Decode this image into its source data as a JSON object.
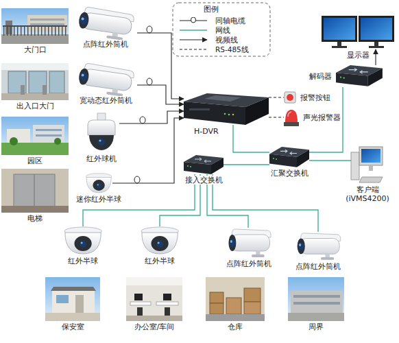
{
  "diagram": {
    "nodes": [
      {
        "text": [
          "大门口"
        ]
      },
      {
        "text": [
          "点阵红外筒机"
        ]
      },
      {
        "text": [
          "出入口大门"
        ]
      },
      {
        "text": [
          "宽动态红外筒机"
        ]
      },
      {
        "text": [
          "园区"
        ]
      },
      {
        "text": [
          "红外球机"
        ]
      },
      {
        "text": [
          "电梯"
        ]
      },
      {
        "text": [
          "迷你红外半球"
        ]
      },
      {
        "text": [
          "H-DVR"
        ]
      },
      {
        "text": [
          "报警按钮"
        ]
      },
      {
        "text": [
          "声光报警器"
        ]
      },
      {
        "text": [
          "显示器"
        ]
      },
      {
        "text": [
          "解码器"
        ]
      },
      {
        "text": [
          "接入交换机"
        ]
      },
      {
        "text": [
          "汇聚交换机"
        ]
      },
      {
        "text": [
          "客户端 (iVMS4200)"
        ]
      },
      {
        "text": [
          "红外半球"
        ]
      },
      {
        "text": [
          "红外半球"
        ]
      },
      {
        "text": [
          "点阵红外筒机"
        ]
      },
      {
        "text": [
          "点阵红外筒机"
        ]
      },
      {
        "text": [
          "保安室"
        ]
      },
      {
        "text": [
          "办公室/车间"
        ]
      },
      {
        "text": [
          "仓库"
        ]
      },
      {
        "text": [
          "周界"
        ]
      }
    ],
    "edges": [
      {
        "from": 1,
        "to": 8,
        "arrow": "to"
      },
      {
        "from": 3,
        "to": 8,
        "arrow": "to"
      },
      {
        "from": 5,
        "to": 8,
        "arrow": "to"
      },
      {
        "from": 7,
        "to": 8,
        "arrow": "to"
      },
      {
        "from": 8,
        "to": 9,
        "arrow": "none"
      },
      {
        "from": 8,
        "to": 10,
        "arrow": "none"
      },
      {
        "from": 8,
        "to": 14,
        "arrow": "none"
      },
      {
        "from": 13,
        "to": 14,
        "arrow": "none"
      },
      {
        "from": 14,
        "to": 12,
        "arrow": "none"
      },
      {
        "from": 12,
        "to": 11,
        "arrow": "to"
      },
      {
        "from": 14,
        "to": 15,
        "arrow": "none"
      },
      {
        "from": 16,
        "to": 13,
        "arrow": "none"
      },
      {
        "from": 17,
        "to": 13,
        "arrow": "none"
      },
      {
        "from": 18,
        "to": 13,
        "arrow": "none"
      },
      {
        "from": 19,
        "to": 13,
        "arrow": "none"
      }
    ],
    "labels": [
      "图例"
    ],
    "legend": [
      {
        "text": "同轴电缆"
      },
      {
        "text": "网线"
      },
      {
        "text": "视频线"
      },
      {
        "text": "RS-485线"
      }
    ]
  }
}
